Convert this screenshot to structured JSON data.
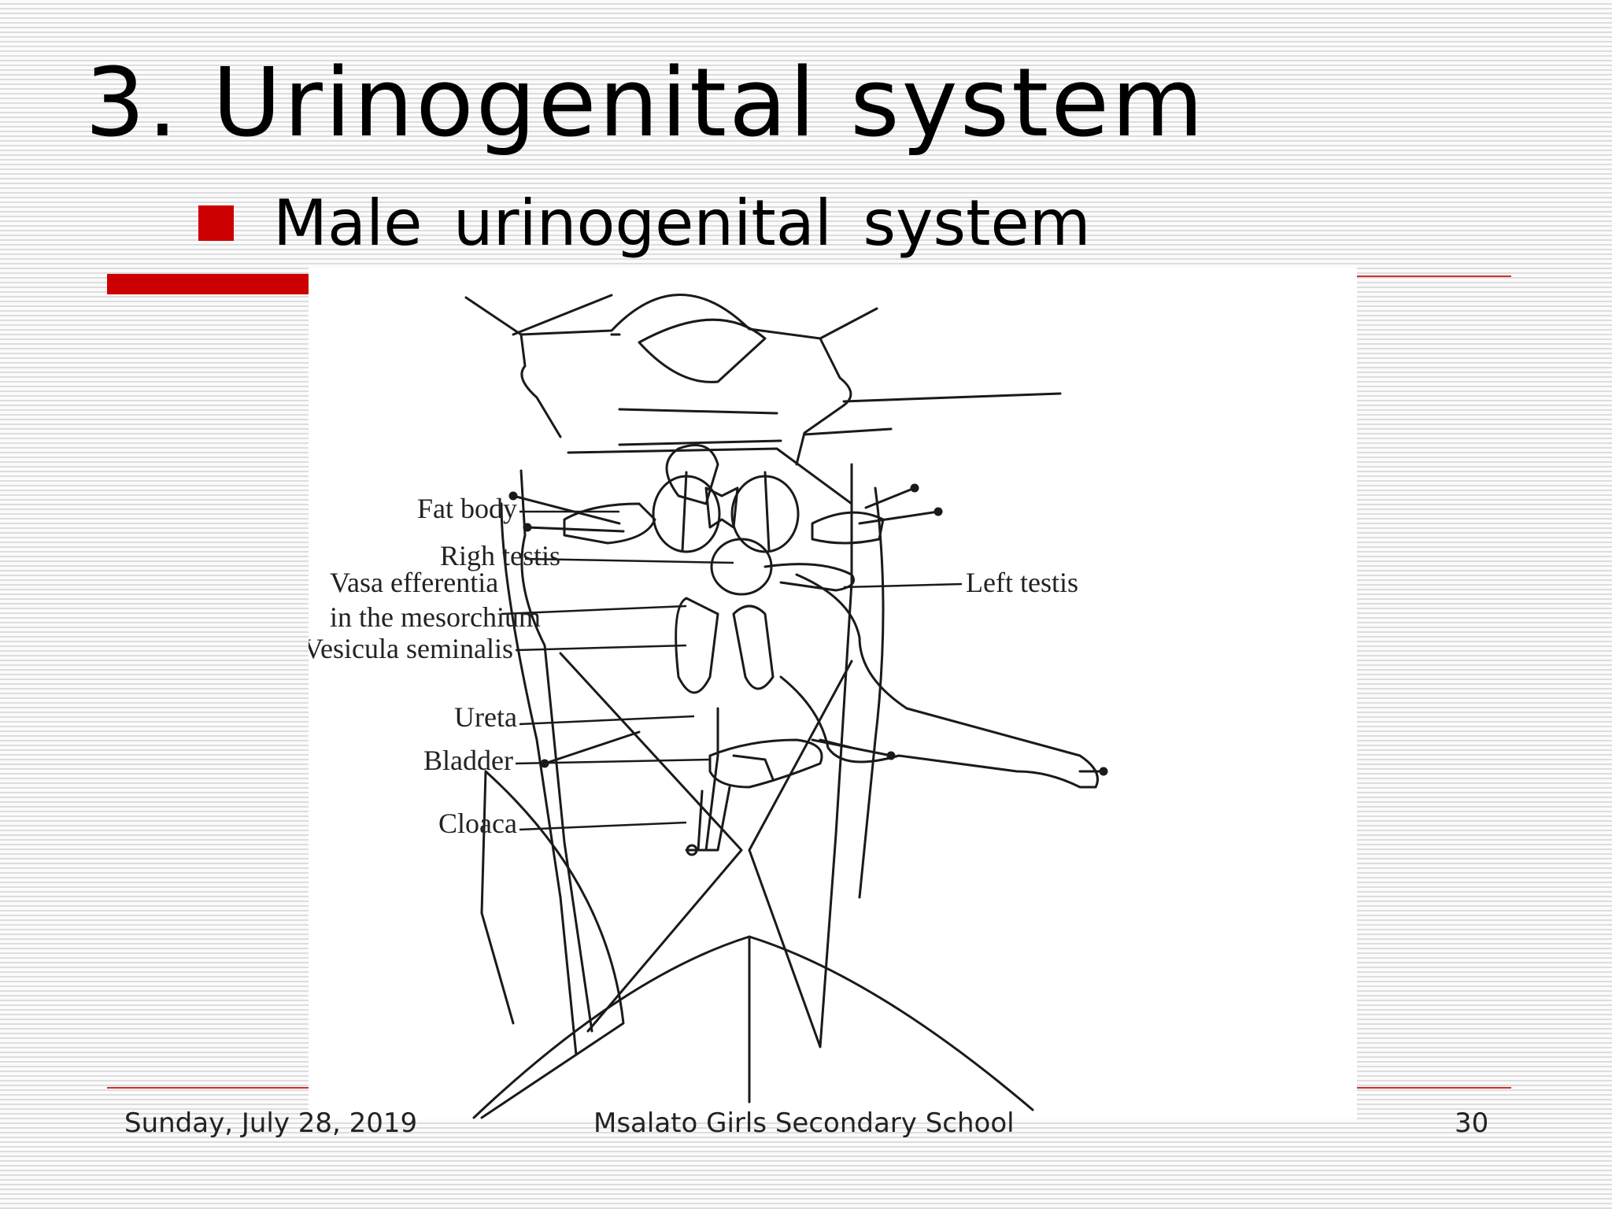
{
  "slide": {
    "title": "3. Urinogenital system",
    "bullet": "Male  urinogenital system",
    "accent_color": "#cc0000"
  },
  "diagram": {
    "labels": {
      "fat_body": "Fat body",
      "right_testis": "Righ testis",
      "vasa_line1": "Vasa efferentia",
      "vasa_line2": "in the mesorchium",
      "vesicula": "Vesicula seminalis",
      "ureta": "Ureta",
      "bladder": "Bladder",
      "cloaca": "Cloaca",
      "left_testis": "Left testis"
    }
  },
  "footer": {
    "date": "Sunday, July 28, 2019",
    "school": "Msalato Girls Secondary School",
    "page": "30"
  }
}
